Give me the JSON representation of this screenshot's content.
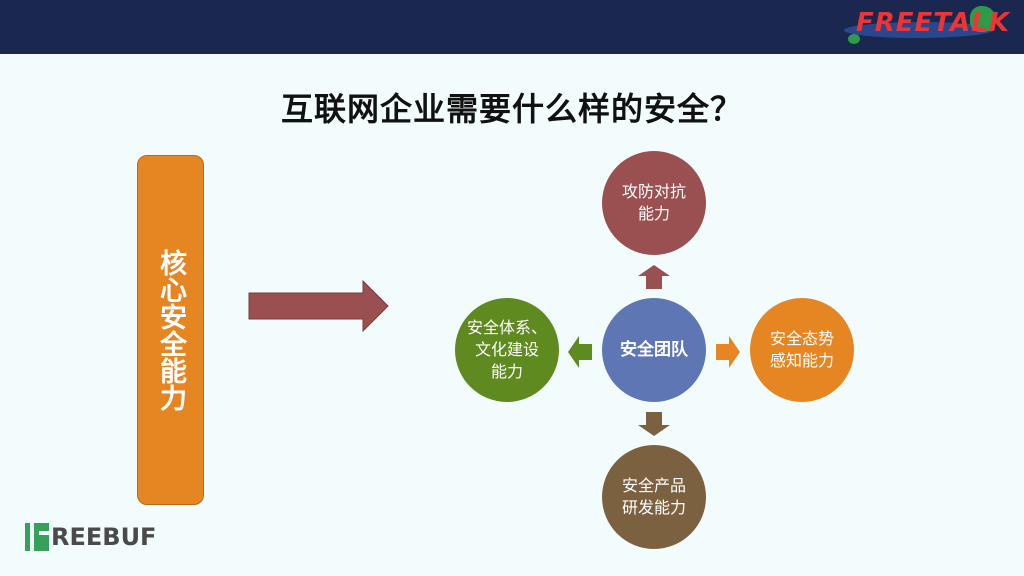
{
  "header": {
    "logo_text": "FREETALK",
    "bar_color": "#1a2850"
  },
  "slide": {
    "title": "互联网企业需要什么样的安全？"
  },
  "core_box": {
    "label": "核心安全能力",
    "color": "#e68622"
  },
  "diagram": {
    "center": {
      "label": "安全团队",
      "color": "#5e76b3"
    },
    "top": {
      "line1": "攻防对抗",
      "line2": "能力",
      "color": "#9a5050"
    },
    "right": {
      "line1": "安全态势",
      "line2": "感知能力",
      "color": "#e68622"
    },
    "left": {
      "line1": "安全体系、",
      "line2": "文化建设",
      "line3": "能力",
      "color": "#5f8a1f"
    },
    "bottom": {
      "line1": "安全产品",
      "line2": "研发能力",
      "color": "#7c6140"
    },
    "arrow_colors": {
      "main": "#9a5050",
      "up": "#9a5050",
      "right": "#e68622",
      "left": "#5f8a1f",
      "down": "#7c6140"
    }
  },
  "footer": {
    "logo_text": "REEBUF"
  }
}
